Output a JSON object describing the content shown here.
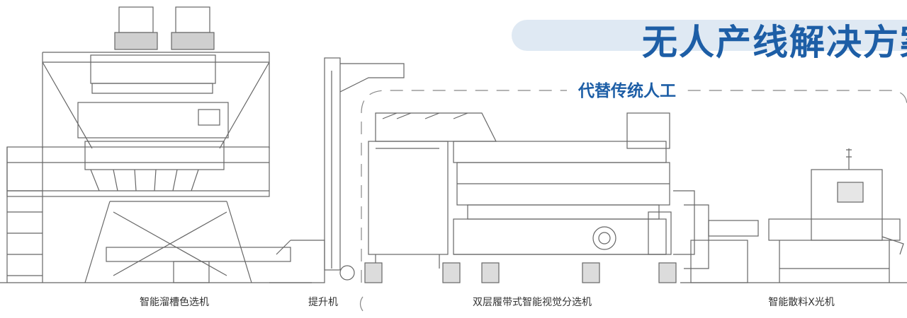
{
  "header": {
    "title": "无人产线解决方案",
    "subtitle": "代替传统人工"
  },
  "machines": [
    {
      "label": "智能溜槽色选机"
    },
    {
      "label": "提升机"
    },
    {
      "label": "双层履带式智能视觉分选机"
    },
    {
      "label": "智能散料X光机"
    }
  ],
  "colors": {
    "accent": "#1d5ea6",
    "banner": "#dfe9f3",
    "line": "#555555"
  }
}
